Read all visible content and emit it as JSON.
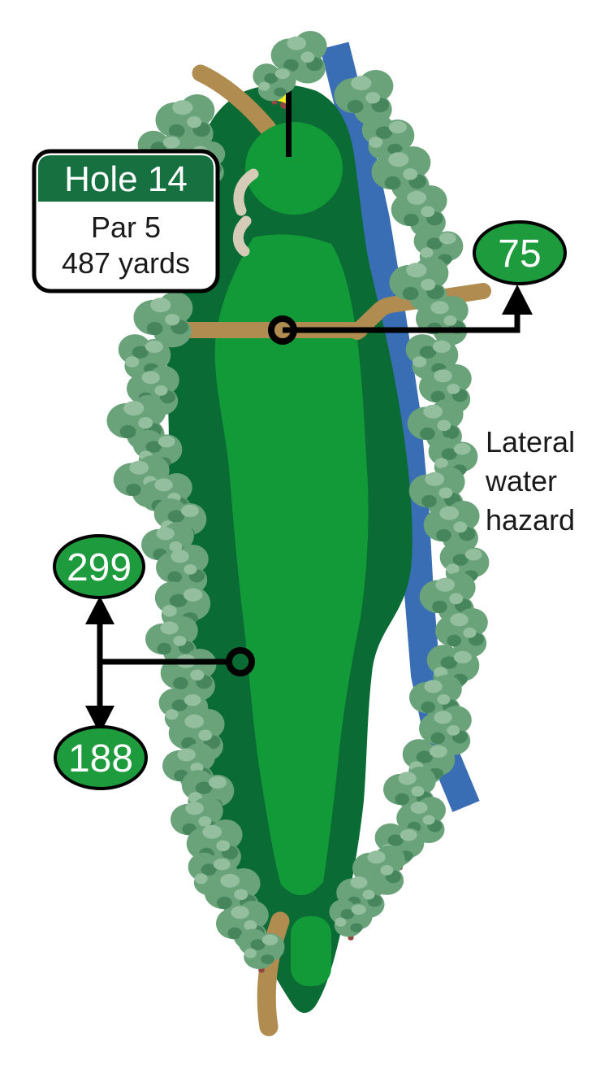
{
  "sign": {
    "hole_number": "Hole 14",
    "par": "Par 5",
    "yardage": "487 yards"
  },
  "distance_markers": {
    "front": "75",
    "rear_upper": "299",
    "rear_lower": "188"
  },
  "labels": {
    "hazard_line1": "Lateral",
    "hazard_line2": "water",
    "hazard_line3": "hazard"
  },
  "colors": {
    "fairway": "#129A38",
    "rough": "#0B6B34",
    "marker_green": "#1E9B3C",
    "sign_green": "#177040",
    "water": "#3A6EB4",
    "cart_path": "#B18C50",
    "bunker": "#D4CCB6",
    "flag_yellow": "#F2EE21",
    "tree_base": "#6AA37A",
    "tree_dark": "#47855C",
    "tree_light": "#94BF9E",
    "trunk": "#94473E",
    "line_black": "#000000",
    "text_dark": "#1A1A1A",
    "text_white": "#FFFFFF"
  }
}
